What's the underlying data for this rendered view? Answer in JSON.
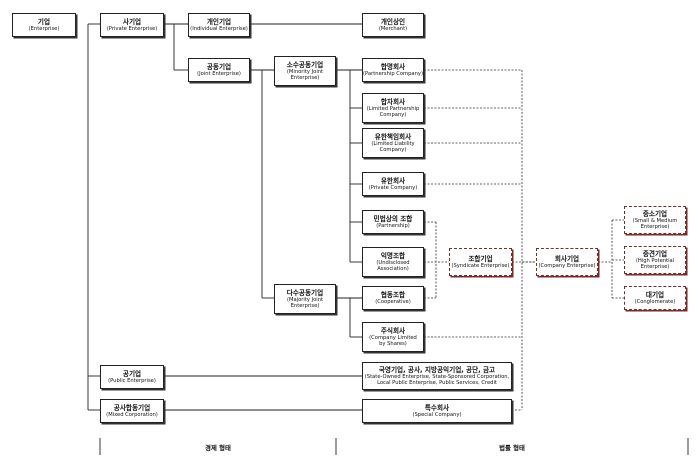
{
  "nodes": {
    "enterprise": {
      "ko": "기업",
      "en": "(Enterprise)"
    },
    "private_enterprise": {
      "ko": "사기업",
      "en": "(Private Enterprise)"
    },
    "individual_enterprise": {
      "ko": "개인기업",
      "en": "(Individual Enterprise)"
    },
    "merchant": {
      "ko": "개인상인",
      "en": "(Merchant)"
    },
    "joint_enterprise": {
      "ko": "공동기업",
      "en": "(Joint Enterprise)"
    },
    "minority_joint": {
      "ko": "소수공동기업",
      "en": "(Minority Joint\nEnterprise)"
    },
    "partnership_company": {
      "ko": "합명회사",
      "en": "(Partnership Company)"
    },
    "limited_partnership": {
      "ko": "합자회사",
      "en": "(Limited Partnership\nCompany)"
    },
    "limited_liability": {
      "ko": "유한책임회사",
      "en": "(Limited Liability\nCompany)"
    },
    "private_company": {
      "ko": "유한회사",
      "en": "(Private Company)"
    },
    "civil_partnership": {
      "ko": "민법상의 조합",
      "en": "(Partnership)"
    },
    "undisclosed_association": {
      "ko": "익명조합",
      "en": "(Undisclosed\nAssociation)"
    },
    "majority_joint": {
      "ko": "다수공동기업",
      "en": "(Majority Joint\nEnterprise)"
    },
    "cooperative": {
      "ko": "협동조합",
      "en": "(Cooperative)"
    },
    "company_limited_shares": {
      "ko": "주식회사",
      "en": "(Company Limited\nby Shares)"
    },
    "public_enterprise": {
      "ko": "공기업",
      "en": "(Public Enterprise)"
    },
    "state_owned": {
      "ko": "국영기업, 공사, 지방공익기업, 공단, 금고",
      "en": "(State-Owned Enterprise, State-Sponsored Corporation,\nLocal Public Enterprise, Public Services, Credit"
    },
    "mixed_corporation": {
      "ko": "공사합동기업",
      "en": "(Mixed Corporation)"
    },
    "special_company": {
      "ko": "특수회사",
      "en": "(Special Company)"
    },
    "syndicate_enterprise": {
      "ko": "조합기업",
      "en": "(Syndicate Enterprise)"
    },
    "company_enterprise": {
      "ko": "회사기업",
      "en": "(Company Enterprise)"
    },
    "sme": {
      "ko": "중소기업",
      "en": "(Small & Medium\nEnterprise)"
    },
    "high_potential": {
      "ko": "중견기업",
      "en": "(High Potential\nEnterprise)"
    },
    "conglomerate": {
      "ko": "대기업",
      "en": "(Conglomerate)"
    }
  },
  "footer": {
    "economic_form": "경제 형태",
    "legal_form": "법률 형태"
  }
}
